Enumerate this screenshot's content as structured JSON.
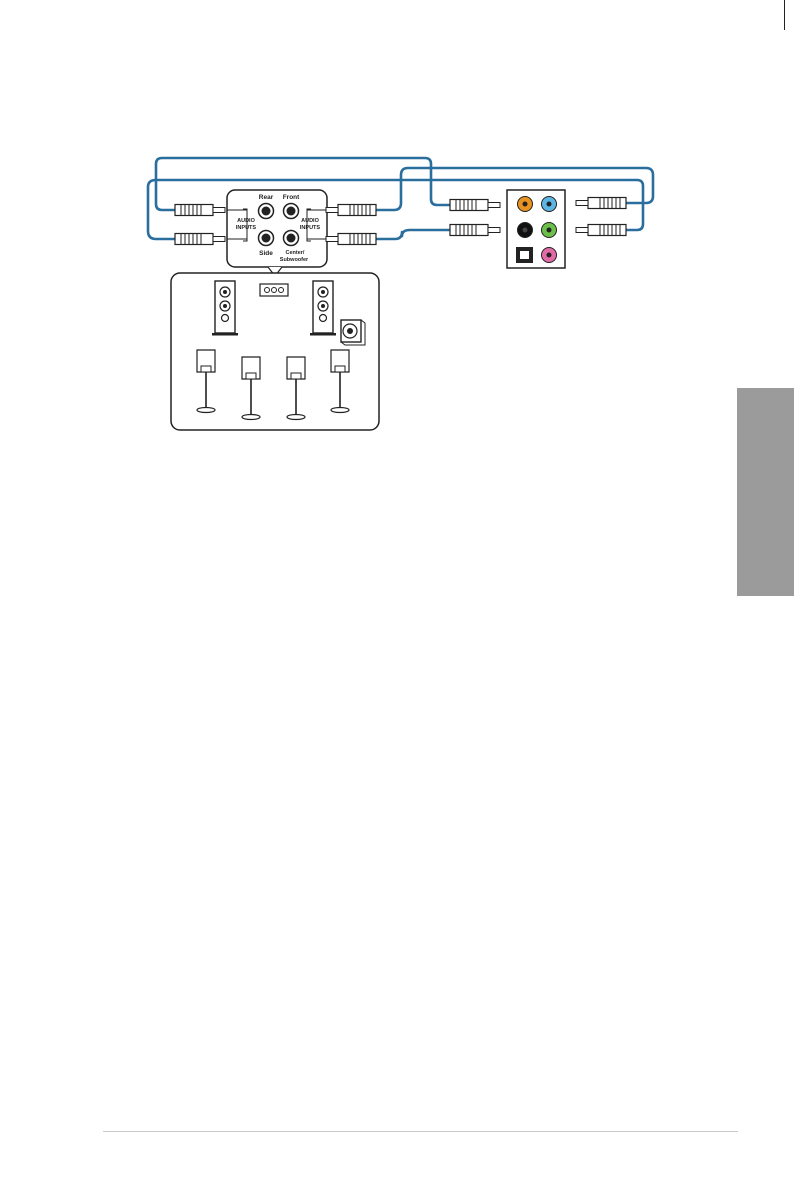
{
  "diagram": {
    "labels": {
      "rear": "Rear",
      "front": "Front",
      "side": "Side",
      "center_line1": "Center/",
      "center_line2": "Subwoofer",
      "audio_inputs_left_1": "AUDIO",
      "audio_inputs_left_2": "INPUTS",
      "audio_inputs_right_1": "AUDIO",
      "audio_inputs_right_2": "INPUTS"
    },
    "colors": {
      "cable": "#2a6e9e",
      "jack_orange": "#e8921f",
      "jack_blue": "#5cb6e4",
      "jack_black": "#111111",
      "jack_green": "#6cc04a",
      "jack_pink": "#e26aa6",
      "chapter_tab": "#9b9b9b"
    }
  }
}
